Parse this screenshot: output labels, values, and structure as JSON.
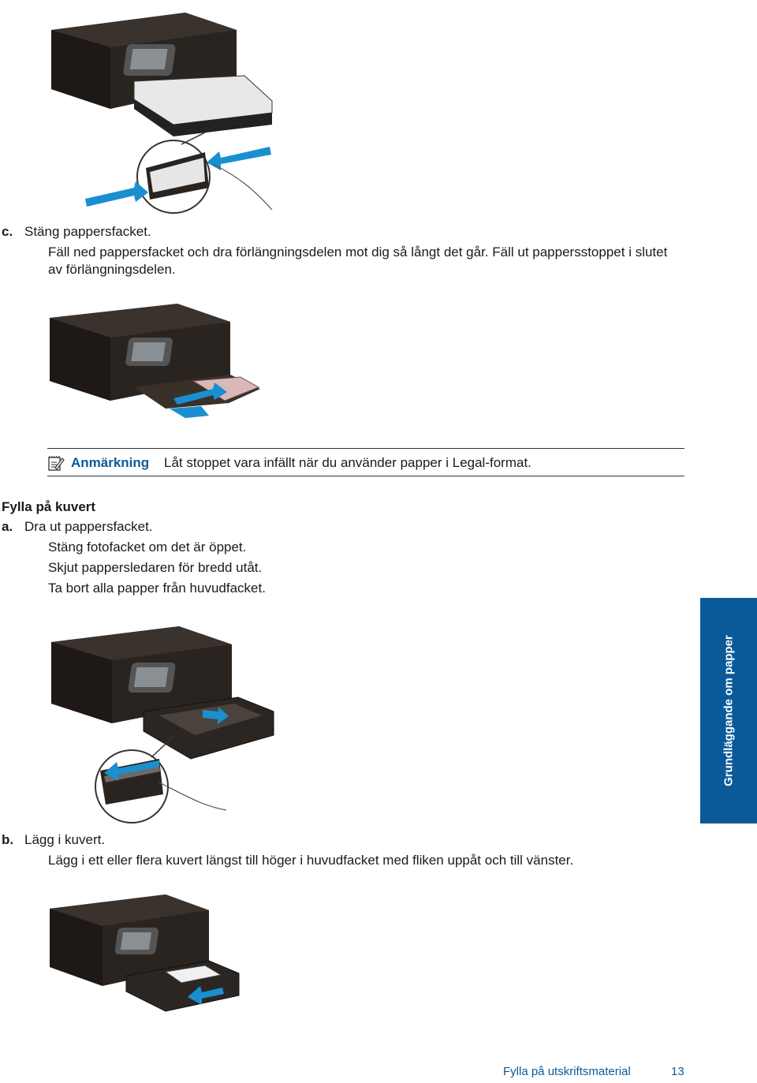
{
  "step_c": {
    "letter": "c.",
    "title": "Stäng pappersfacket.",
    "line1": "Fäll ned pappersfacket och dra förlängningsdelen mot dig så långt det går. Fäll ut pappersstoppet i slutet",
    "line2": "av förlängningsdelen."
  },
  "note": {
    "label": "Anmärkning",
    "text": "Låt stoppet vara infällt när du använder papper i Legal-format."
  },
  "section": {
    "heading": "Fylla på kuvert",
    "step_a": {
      "letter": "a.",
      "title": "Dra ut pappersfacket.",
      "lines": [
        "Stäng fotofacket om det är öppet.",
        "Skjut pappersledaren för bredd utåt.",
        "Ta bort alla papper från huvudfacket."
      ]
    },
    "step_b": {
      "letter": "b.",
      "title": "Lägg i kuvert.",
      "line1": "Lägg i ett eller flera kuvert längst till höger i huvudfacket med fliken uppåt och till vänster."
    }
  },
  "side_tab": {
    "label": "Grundläggande om papper",
    "color": "#0a5a9a"
  },
  "footer": {
    "section": "Fylla på utskriftsmaterial",
    "page": "13"
  },
  "colors": {
    "accent_blue": "#0a5a9a",
    "arrow_blue": "#1a8fd0",
    "printer_dark": "#2a2420"
  }
}
